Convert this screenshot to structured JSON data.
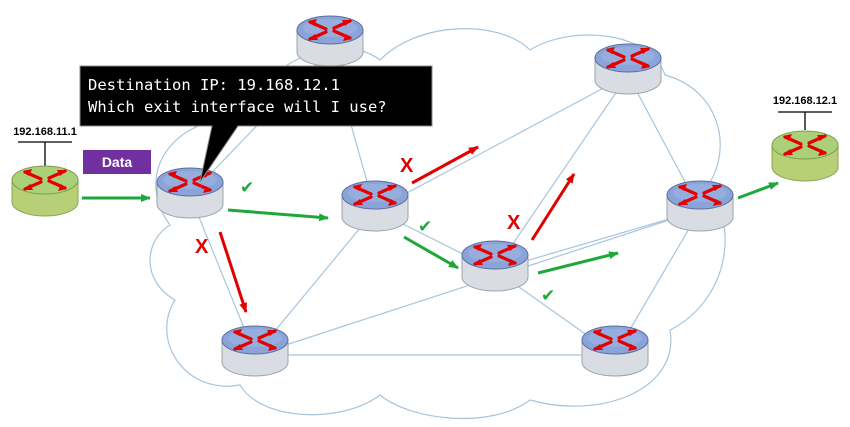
{
  "source": {
    "ip": "192.168.11.1"
  },
  "destination": {
    "ip": "192.168.12.1"
  },
  "packet_label": "Data",
  "callout": {
    "line1": "Destination IP: 19.168.12.1",
    "line2": "Which exit interface will I use?"
  },
  "marks": {
    "reject": "X",
    "accept": "✔"
  },
  "colors": {
    "router_top": "#8aa3d8",
    "router_body": "#d9dde3",
    "endpoint_top": "#aad07a",
    "endpoint_body": "#b7cf77",
    "good_arrow": "#1fa83a",
    "bad_arrow": "#e00000",
    "links": "#a8c4dd",
    "callout_bg": "#000000",
    "data_tag": "#7030a0",
    "router_arrows": "#e40000"
  },
  "icons": [
    "router-icon",
    "cloud-outline-icon",
    "arrow-icon",
    "check-icon",
    "x-mark-icon"
  ]
}
